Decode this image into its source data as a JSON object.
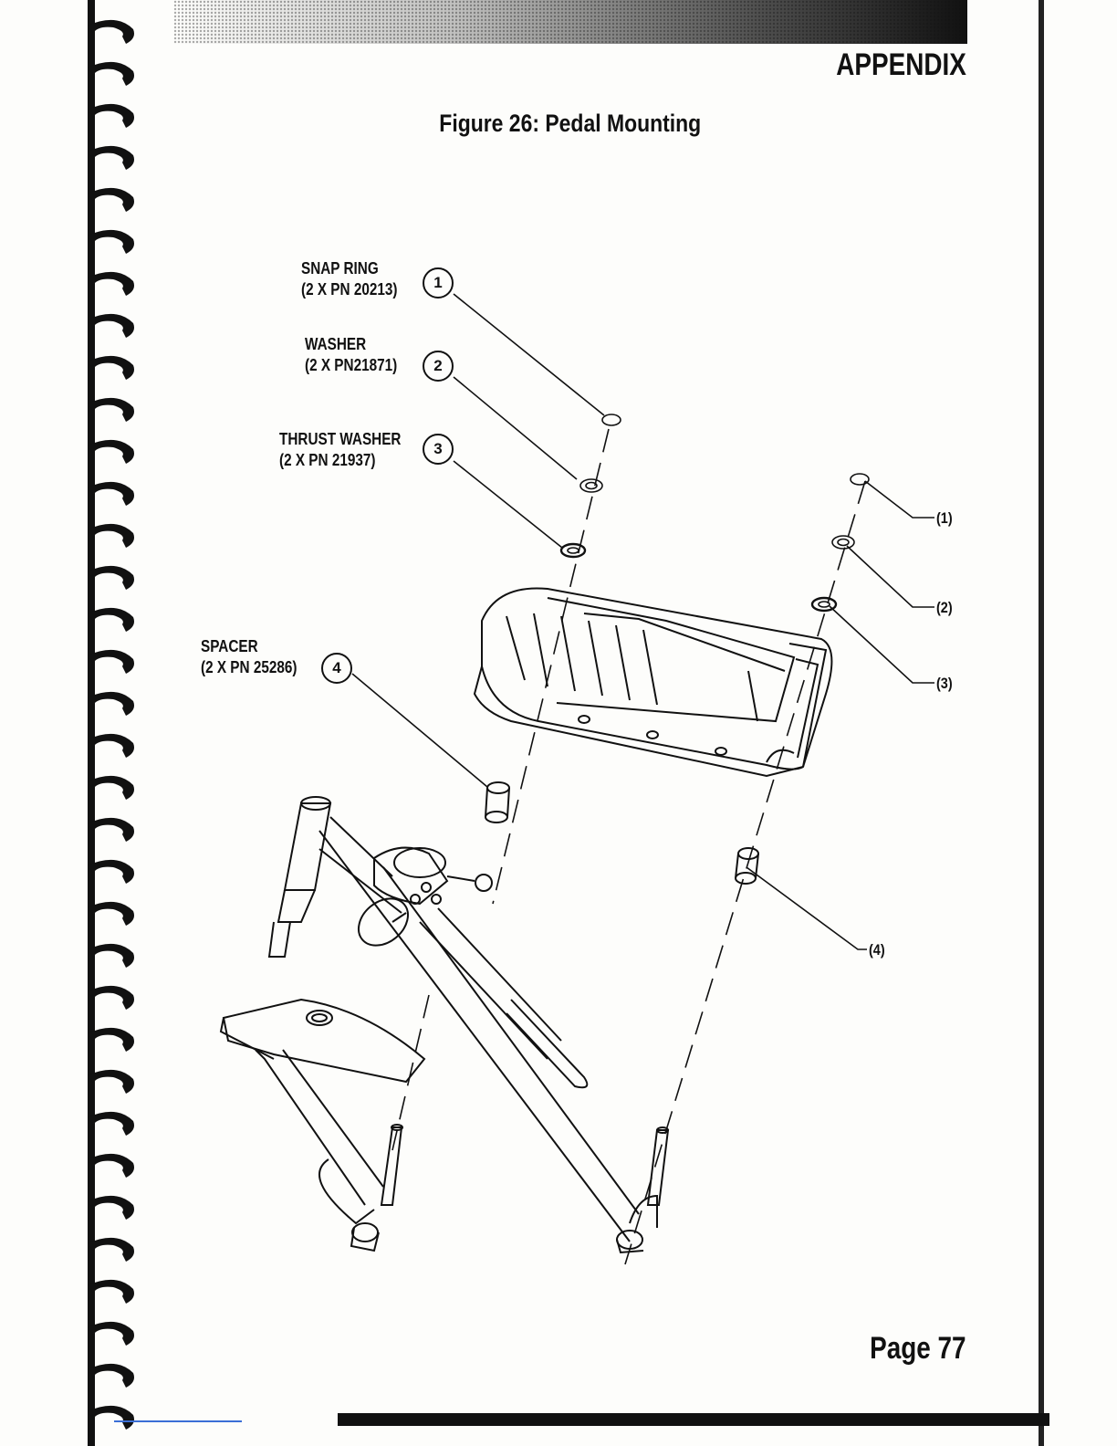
{
  "header": {
    "section_title": "APPENDIX"
  },
  "figure": {
    "title": "Figure 26: Pedal Mounting"
  },
  "parts": [
    {
      "number": "1",
      "name": "SNAP RING",
      "pn": "(2 X PN 20213)"
    },
    {
      "number": "2",
      "name": "WASHER",
      "pn": "(2 X PN21871)"
    },
    {
      "number": "3",
      "name": "THRUST WASHER",
      "pn": "(2 X PN 21937)"
    },
    {
      "number": "4",
      "name": "SPACER",
      "pn": "(2 X PN 25286)"
    }
  ],
  "reference_labels": [
    "(1)",
    "(2)",
    "(3)",
    "(4)"
  ],
  "footer": {
    "page_number": "Page 77"
  }
}
